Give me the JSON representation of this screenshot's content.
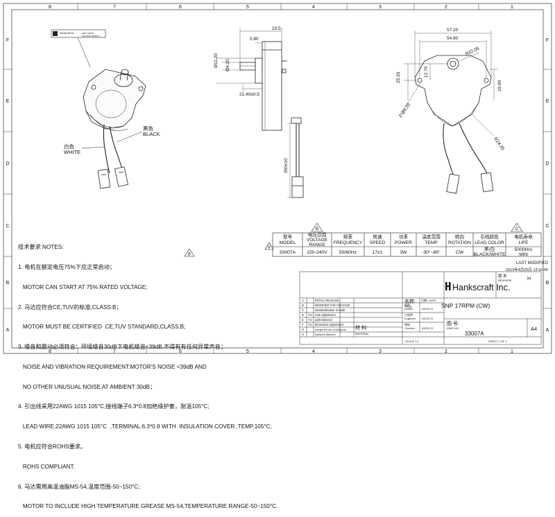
{
  "border": {
    "top_numbers": [
      "8",
      "7",
      "6",
      "5",
      "4",
      "3",
      "2",
      "1"
    ],
    "bottom_numbers": [
      "8",
      "7",
      "6",
      "5",
      "4",
      "3",
      "2",
      "1"
    ],
    "left_letters": [
      "F",
      "E",
      "D",
      "C",
      "B",
      "A"
    ],
    "right_letters": [
      "F",
      "E",
      "D",
      "C",
      "B",
      "A"
    ]
  },
  "label_tag": {
    "brand": "Hankscraft Inc.",
    "lines": [
      "SNP 17RPM",
      "220-240V 50/60Hz"
    ]
  },
  "views": {
    "wire_black": {
      "cn": "黑色",
      "en": "BLACK"
    },
    "wire_white": {
      "cn": "白色",
      "en": "WHITE"
    },
    "dim_23_5": "23.5",
    "dim_0_80": "0.80",
    "dim_shaft_dia": "Ø11.20",
    "dim_shaft_flat": "Ø4.20",
    "dim_21_40": "21.40±0.5",
    "dim_350": "350±10",
    "dim_57_20": "57.20",
    "dim_54_80": "54.80",
    "dim_r22_05": "R22.05",
    "dim_25_30": "25.30",
    "dim_12_70": "12.70",
    "dim_19_90": "19.90",
    "dim_hole": "2-Ø4.20",
    "dim_r24_35": "R24.35"
  },
  "notes": {
    "lines": [
      "技术要求 NOTES:",
      "1. 电机在额定电压75%下应正常启动；",
      "   MOTOR CAN START AT 75% RATED VOLTAGE;",
      "2. 马达应符合CE,TUV的标准,CLASS:B；",
      "   MOTOR MUST BE CERTIFIED  CE,TUV STANDARD,CLASS:B;",
      "3. 噪音和震动必须符合：环境噪音30dB下电机噪音<39dB,不得有有任何异常声音；",
      "   NOISE AND VIBRATION REQUIREMENT:MOTOR'S NOISE <39dB AND",
      "   NO OTHER UNUSUAL NOISE AT AMBIENT 30dB；",
      "4. 引出线采用22AWG 1015 105°C,接线端子6.3*0.8加绝缘护套，耐温105°C;",
      "   LEAD WIRE:22AWG 1015 105°C  ,TERMINAL:6.3*0.8 WITH  INSULATION COVER ,TEMP.105°C;",
      "5. 电机应符合ROHS要求。",
      "   ROHS COMPLIANT.",
      "6. 马达需用高温油脂MS-54,温度范围-50~150°C;",
      "   MOTOR TO INCLUDE HIGH TEMPERATURE GREASE MS-54,TEMPERATURE RANGE-50~150°C."
    ]
  },
  "rev_markers": {
    "b": "B",
    "c": "C"
  },
  "spec_table": {
    "headers": [
      [
        "型号",
        "MODEL"
      ],
      [
        "电压范围",
        "VOLTAGE",
        "RANGE"
      ],
      [
        "频率",
        "FREQUENCY"
      ],
      [
        "转速",
        "SPEED"
      ],
      [
        "功率",
        "POWER"
      ],
      [
        "温度范围",
        "TEMP"
      ],
      [
        "转向",
        "ROTATION"
      ],
      [
        "引线颜色",
        "LEAD COLOR"
      ],
      [
        "电机寿命",
        "LIFE"
      ]
    ],
    "row": [
      "33007A",
      "220-240V",
      "50/60Hz",
      "17±1",
      "3W",
      "-30°~85°",
      "CW",
      "黑/白|BLACK/WHITE",
      "5000Hrs|MIN"
    ]
  },
  "revision_info": {
    "last_modified_label": "LAST MODIFIED",
    "date": "2013年4月25日 13:16:00"
  },
  "title_block": {
    "company": "Hankscraft Inc.",
    "title_label": "名称:",
    "title_label_en": "TITLE",
    "title": "SNP 17RPM (CW)",
    "dwg_label": "图 号:",
    "dwg_label_en": "DWG NO.",
    "dwg_no": "33007A",
    "size": "A4",
    "rev_label": "版 本",
    "rev_label_en": "REVISION",
    "rev": "H",
    "material_label": "材 料:",
    "material_label_en": "MATERIAL",
    "scale": "SCALE 1:1",
    "sheet": "SHEET 1 OF 1",
    "rev_rows": [
      {
        "rev": "A",
        "mark": "",
        "desc": "INITIAL RELEASE"
      },
      {
        "rev": "B",
        "mark": "",
        "desc": "MODIFIED THE VOLTAGE"
      },
      {
        "rev": "C",
        "mark": "",
        "desc": "standardization of audit"
      },
      {
        "rev": "D",
        "mark": "YU",
        "desc": "note adjustment"
      },
      {
        "rev": "E",
        "mark": "YU",
        "desc": "add tolerance"
      },
      {
        "rev": "F",
        "mark": "YU",
        "desc": "dimension adjustment"
      },
      {
        "rev": "G",
        "mark": "",
        "desc": "changed the size of welding tab"
      },
      {
        "rev": "H",
        "mark": "",
        "desc": "Modify the silkscreen"
      }
    ],
    "roles": [
      {
        "cn": "制图",
        "en": "Drafter",
        "date": "04/25-13"
      },
      {
        "cn": "工程师",
        "en": "Engineer",
        "date": "04/25-13"
      },
      {
        "cn": "审核",
        "en": "Checker",
        "date": "04/25-13"
      }
    ],
    "date_header": "日期 / DATE"
  }
}
